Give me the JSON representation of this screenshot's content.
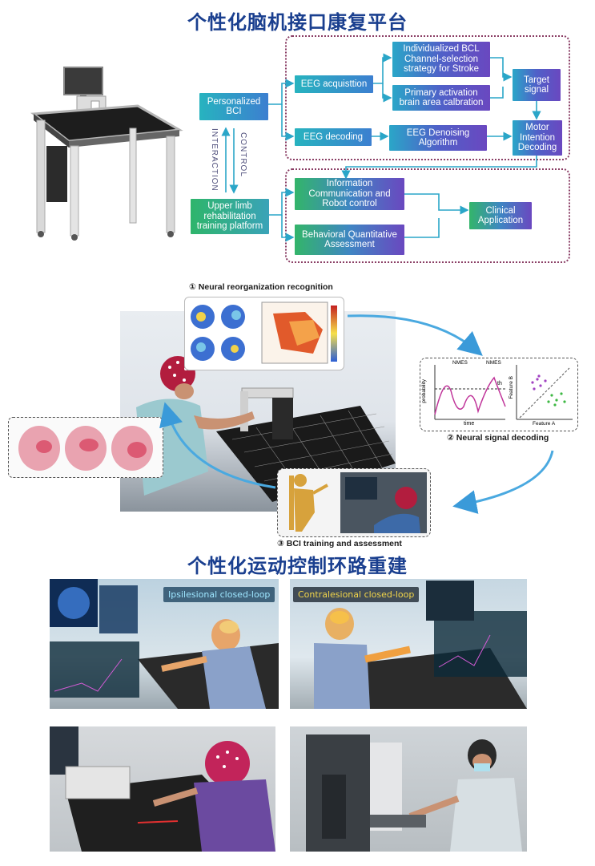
{
  "title_top": "个性化脑机接口康复平台",
  "title_mid": "个性化运动控制环路重建",
  "flow": {
    "personalized_bci": "Personalized BCI",
    "interaction": "INTERACTION",
    "control": "CONTROL",
    "upper_limb": "Upper limb rehabilitation training platform",
    "eeg_acquisition": "EEG acquisttion",
    "channel_selection": "Individualized BCL Channel-selection strategy for Stroke",
    "primary_activation": "Primary activation brain area calbration",
    "target_signal": "Target signal",
    "eeg_decoding": "EEG decoding",
    "denoising": "EEG Denoising Algorithm",
    "motor_intention": "Motor Intention Decoding",
    "info_comm": "Information Communication and Robot control",
    "behavioral": "Behavioral Quantitative Assessment",
    "clinical": "Clinical Application"
  },
  "middle": {
    "step1": "① Neural reorganization recognition",
    "step2": "② Neural signal decoding",
    "step3": "③ BCI training and assessment",
    "plot_nmes1": "NMES",
    "plot_nmes2": "NMES",
    "plot_th": "th",
    "plot_ylabel": "probability",
    "plot_xlabel": "time",
    "scatter_xlabel": "Feature A",
    "scatter_ylabel": "Feature B"
  },
  "bottom": {
    "ipsilesional": "Ipsilesional closed-loop",
    "contralesional": "Contralesional closed-loop"
  },
  "colors": {
    "title": "#1a3f8f",
    "dotted_border": "#8a3d64",
    "arrow": "#3a9ad9"
  }
}
